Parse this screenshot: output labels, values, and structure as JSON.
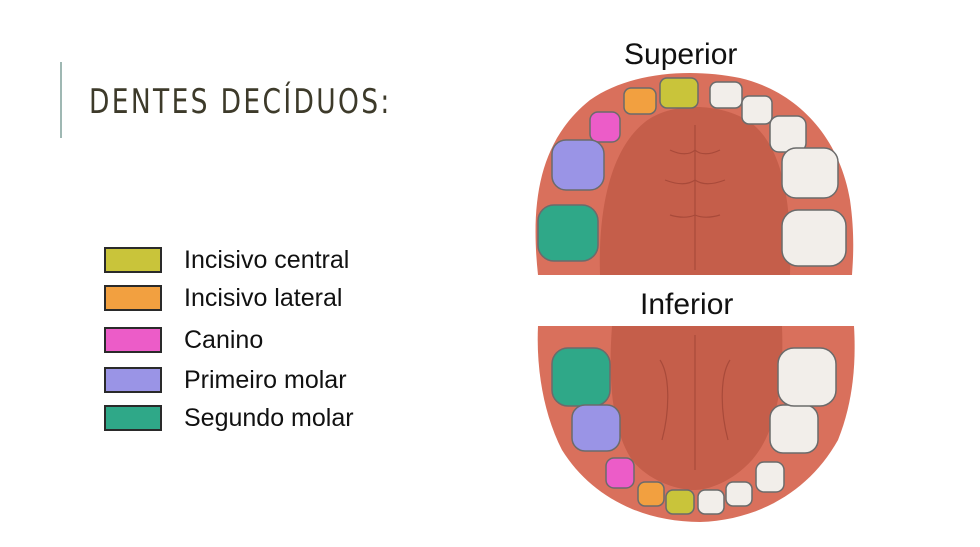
{
  "slide": {
    "title": "DENTES DECÍDUOS:"
  },
  "legend": [
    {
      "label": "Incisivo central",
      "color": "#c9c43a"
    },
    {
      "label": "Incisivo lateral",
      "color": "#f2a040"
    },
    {
      "label": "Canino",
      "color": "#ec5cc8"
    },
    {
      "label": "Primeiro molar",
      "color": "#9a94e6"
    },
    {
      "label": "Segundo molar",
      "color": "#2fa888"
    }
  ],
  "diagram": {
    "upper_label": "Superior",
    "lower_label": "Inferior",
    "colors": {
      "gum": "#d9705c",
      "palate": "#c55e4a",
      "white_tooth": "#f2eeea",
      "tooth_edge": "#6b6b6b"
    }
  }
}
